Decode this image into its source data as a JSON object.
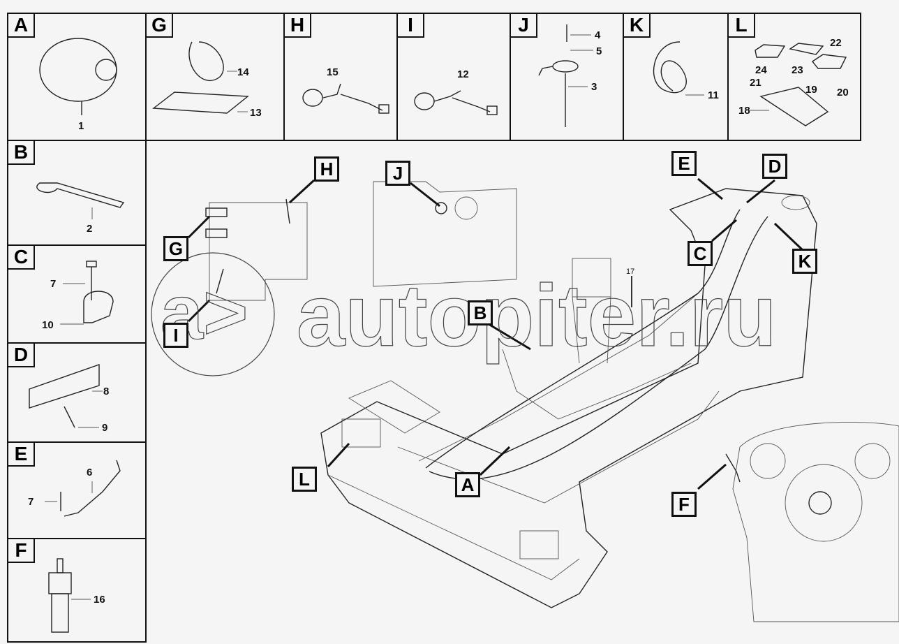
{
  "panels": {
    "A": {
      "label": "A",
      "parts": [
        "1"
      ]
    },
    "G": {
      "label": "G",
      "parts": [
        "14",
        "13"
      ]
    },
    "H": {
      "label": "H",
      "parts": [
        "15"
      ]
    },
    "I": {
      "label": "I",
      "parts": [
        "12"
      ]
    },
    "J": {
      "label": "J",
      "parts": [
        "4",
        "5",
        "3"
      ]
    },
    "K": {
      "label": "K",
      "parts": [
        "11"
      ]
    },
    "L": {
      "label": "L",
      "parts": [
        "22",
        "24",
        "23",
        "21",
        "19",
        "20",
        "18"
      ]
    },
    "B": {
      "label": "B",
      "parts": [
        "2"
      ]
    },
    "C": {
      "label": "C",
      "parts": [
        "7",
        "10"
      ]
    },
    "D": {
      "label": "D",
      "parts": [
        "8",
        "9"
      ]
    },
    "E": {
      "label": "E",
      "parts": [
        "6",
        "7"
      ]
    },
    "F": {
      "label": "F",
      "parts": [
        "16"
      ]
    }
  },
  "main": {
    "callouts": [
      "H",
      "J",
      "E",
      "D",
      "G",
      "C",
      "K",
      "I",
      "B",
      "L",
      "A",
      "F"
    ],
    "harness_part": "17"
  },
  "watermark": "autopiter.ru"
}
